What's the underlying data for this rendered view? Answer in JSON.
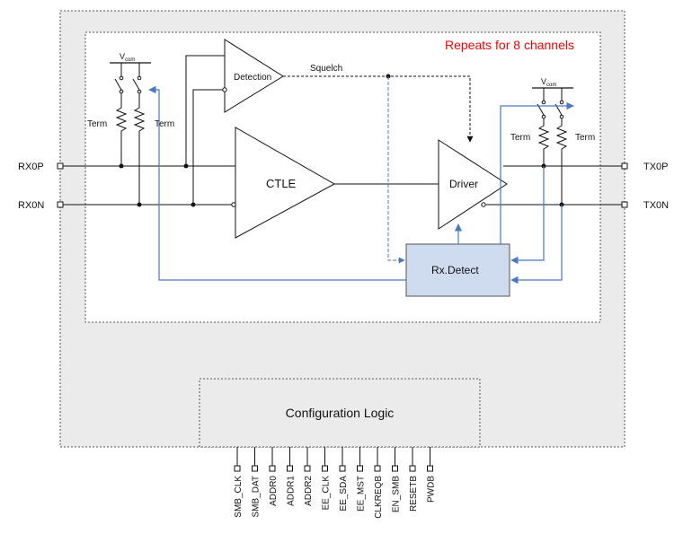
{
  "banner": "Repeats for 8 channels",
  "colors": {
    "outer_fill": "#ebebeb",
    "inner_fill": "#ffffff",
    "blue": "#4a78c2",
    "rx_detect_fill": "#cfdcf0",
    "banner_red": "#ff0000"
  },
  "pins": {
    "rx0p": "RX0P",
    "rx0n": "RX0N",
    "tx0p": "TX0P",
    "tx0n": "TX0N"
  },
  "blocks": {
    "detection": "Detection",
    "ctle": "CTLE",
    "driver": "Driver",
    "rx_detect": "Rx.Detect",
    "config_logic": "Configuration Logic"
  },
  "signals": {
    "squelch": "Squelch"
  },
  "termination": {
    "vcom_main": "V",
    "vcom_sub": "com",
    "term": "Term"
  },
  "bottom_pins": [
    "SMB_CLK",
    "SMB_DAT",
    "ADDR0",
    "ADDR1",
    "ADDR2",
    "EE_CLK",
    "EE_SDA",
    "EE_MST",
    "CLKREQB",
    "EN_SMB",
    "RESETB",
    "PWDB"
  ]
}
